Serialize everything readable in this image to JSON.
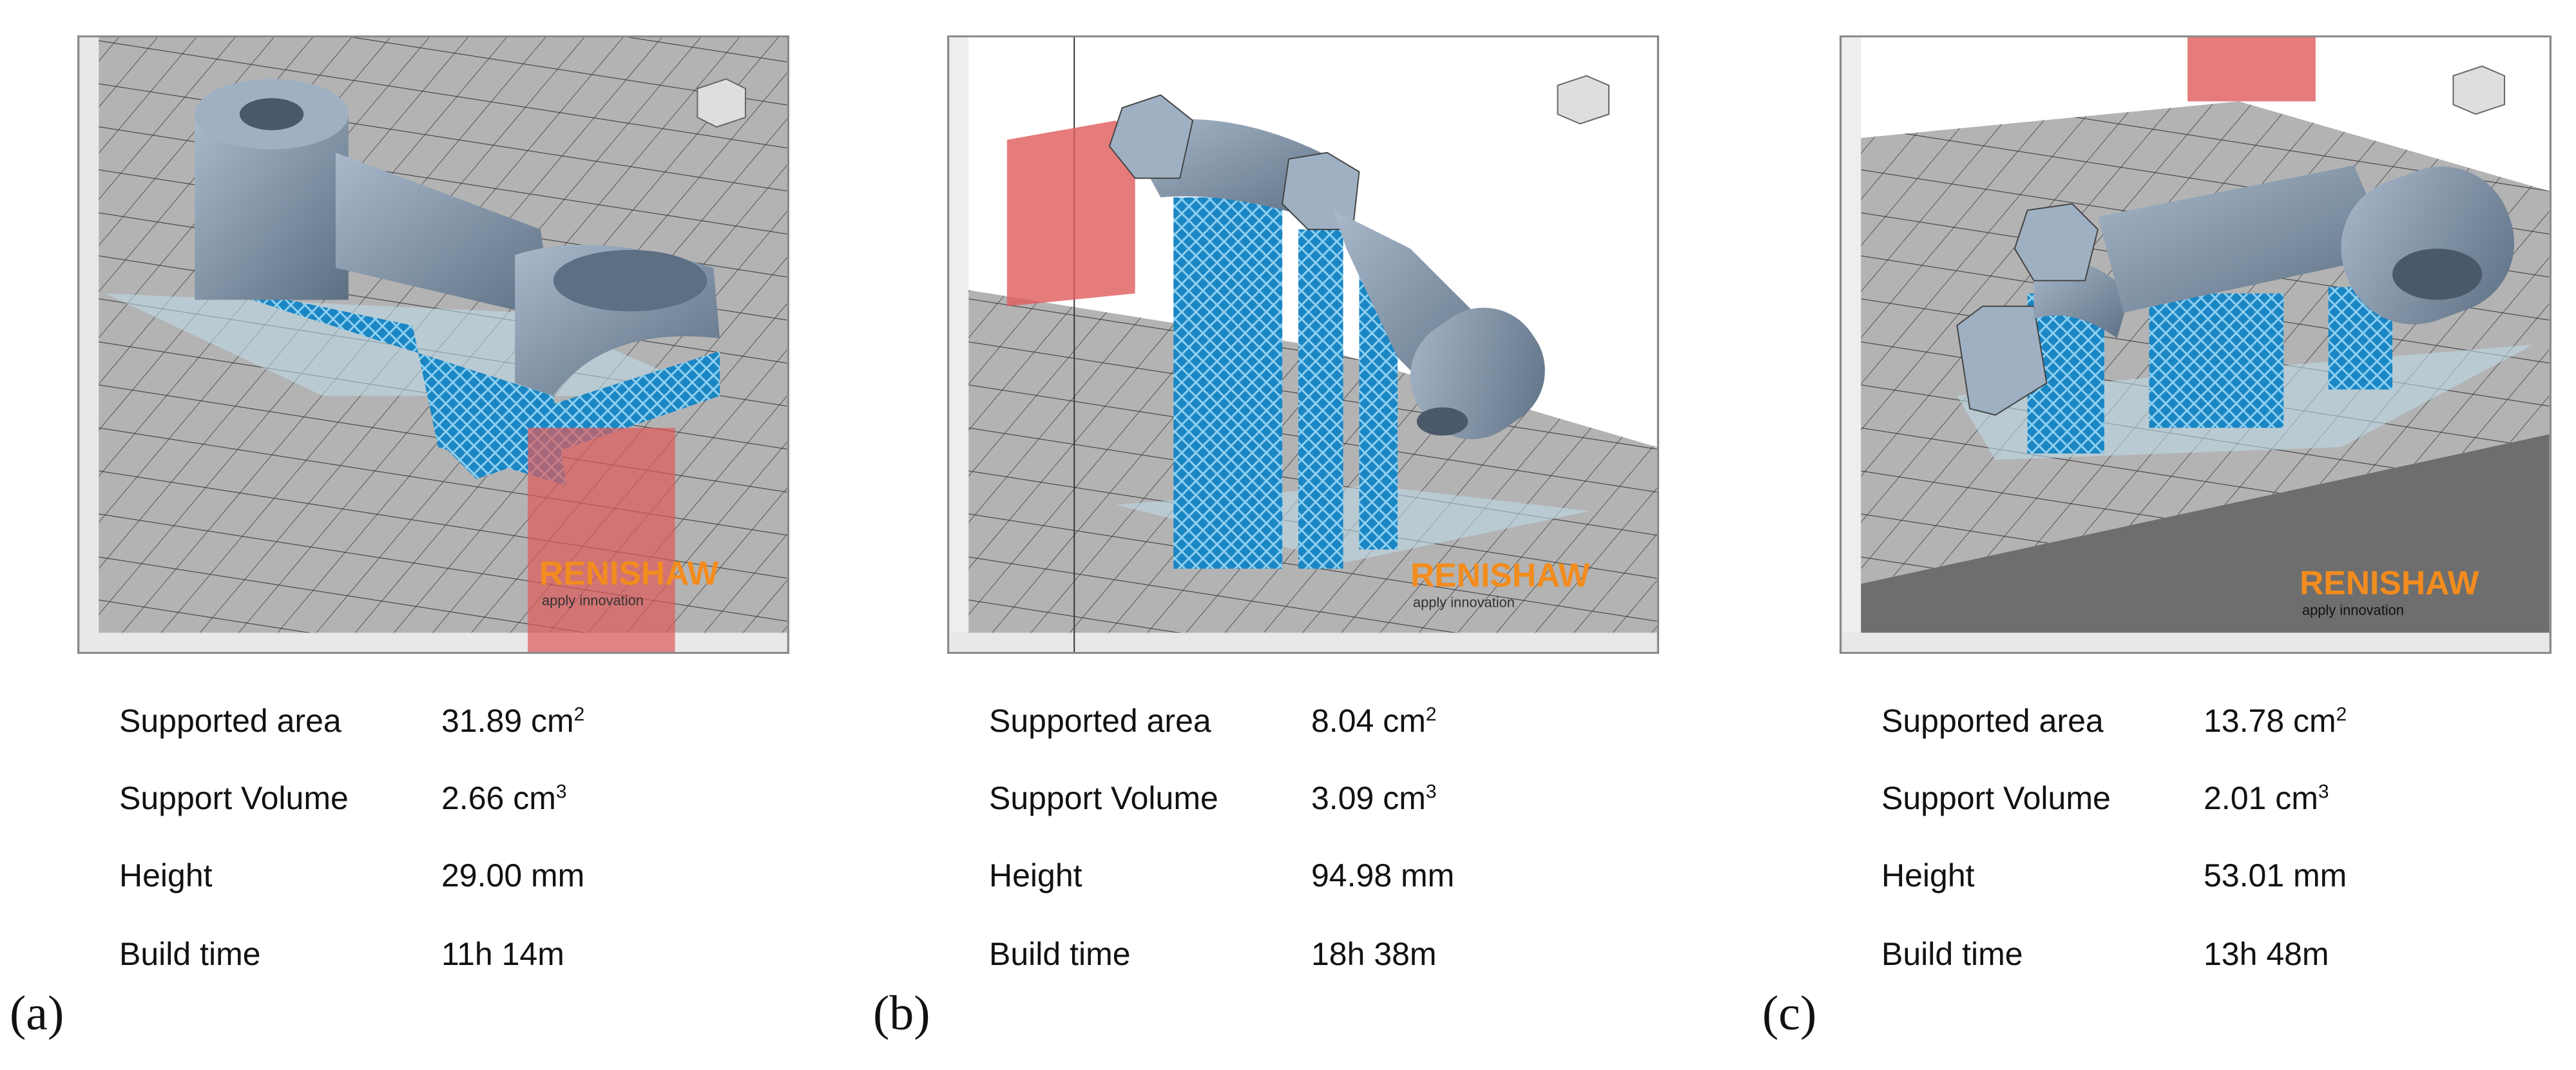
{
  "brand": {
    "name": "RENISHAW",
    "tagline": "apply innovation",
    "accent": "#f28c1e",
    "support": "#1b86c4",
    "part": "#7e90a4",
    "build_plate": "#e05a5a"
  },
  "panels": [
    {
      "letter": "(a)",
      "stats": [
        {
          "label": "Supported area",
          "value": "31.89 cm",
          "unit_exp": "2"
        },
        {
          "label": "Support Volume",
          "value": "2.66 cm",
          "unit_exp": "3"
        },
        {
          "label": "Height",
          "value": "29.00 mm",
          "unit_exp": ""
        },
        {
          "label": "Build time",
          "value": "11h 14m",
          "unit_exp": ""
        }
      ]
    },
    {
      "letter": "(b)",
      "stats": [
        {
          "label": "Supported area",
          "value": "8.04 cm",
          "unit_exp": "2"
        },
        {
          "label": "Support Volume",
          "value": "3.09 cm",
          "unit_exp": "3"
        },
        {
          "label": "Height",
          "value": "94.98 mm",
          "unit_exp": ""
        },
        {
          "label": "Build time",
          "value": "18h 38m",
          "unit_exp": ""
        }
      ]
    },
    {
      "letter": "(c)",
      "stats": [
        {
          "label": "Supported area",
          "value": "13.78 cm",
          "unit_exp": "2"
        },
        {
          "label": "Support Volume",
          "value": "2.01 cm",
          "unit_exp": "3"
        },
        {
          "label": "Height",
          "value": "53.01 mm",
          "unit_exp": ""
        },
        {
          "label": "Build time",
          "value": "13h 48m",
          "unit_exp": ""
        }
      ]
    }
  ]
}
